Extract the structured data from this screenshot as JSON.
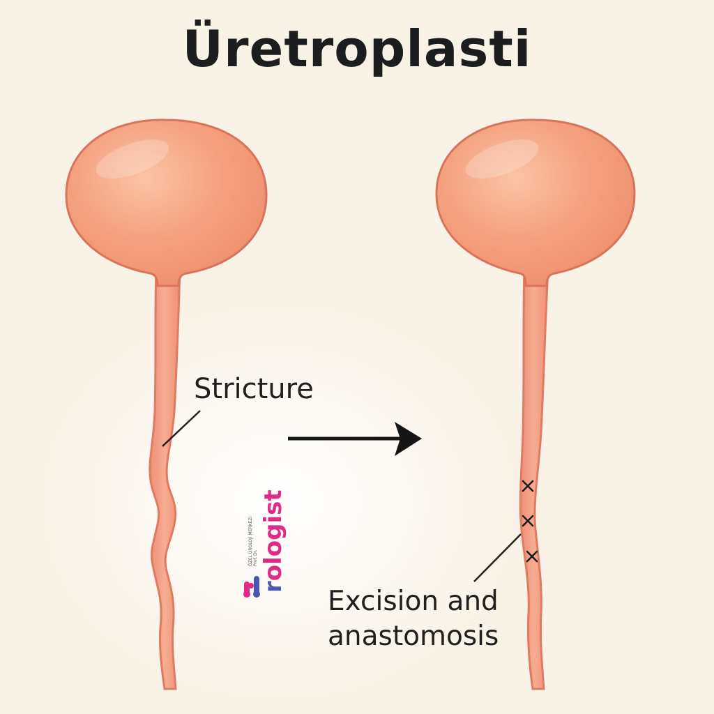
{
  "title": "Üretroplasti",
  "labels": {
    "stricture": "Stricture",
    "excision_line1": "Excision and",
    "excision_line2": "anastomosis"
  },
  "logo": {
    "word_prefix": "r",
    "word_rest": "ologist",
    "subtitle_line1": "ÖZEL ÜROLOJİ MERKEZİ",
    "subtitle_line2": "Prof. Dr."
  },
  "colors": {
    "background": "#f9f2e6",
    "organ_fill": "#f4a07e",
    "organ_outline": "#d9735a",
    "urethra_fill": "#f5a187",
    "arrow": "#151515",
    "logo_pink": "#e02a86",
    "logo_blue": "#4a56b0"
  },
  "icons": {
    "arrow": "right-arrow-icon",
    "suture": "x-mark-icon"
  }
}
